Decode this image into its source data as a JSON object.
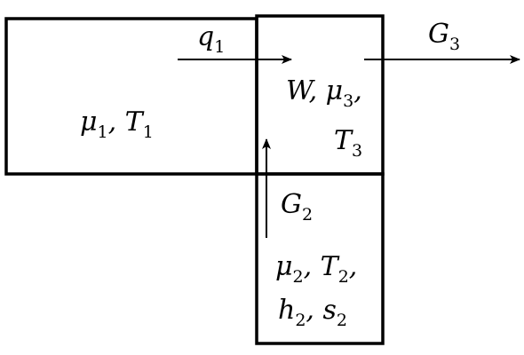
{
  "labels": {
    "left_box": {
      "sym1": "μ",
      "sub1": "1",
      "sep1": ", ",
      "sym2": "T",
      "sub2": "1"
    },
    "center_top": {
      "sym1": "W",
      "sep1": ", ",
      "sym2": "μ",
      "sub2": "3",
      "sep2": ","
    },
    "center_t3": {
      "sym": "T",
      "sub": "3"
    },
    "bottom_line1": {
      "sym1": "μ",
      "sub1": "2",
      "sep1": ", ",
      "sym2": "T",
      "sub2": "2",
      "sep2": ","
    },
    "bottom_line2": {
      "sym1": "h",
      "sub1": "2",
      "sep1": ", ",
      "sym2": "s",
      "sub2": "2"
    }
  },
  "flows": {
    "q1": {
      "sym": "q",
      "sub": "1"
    },
    "g2": {
      "sym": "G",
      "sub": "2"
    },
    "g3": {
      "sym": "G",
      "sub": "3"
    }
  }
}
